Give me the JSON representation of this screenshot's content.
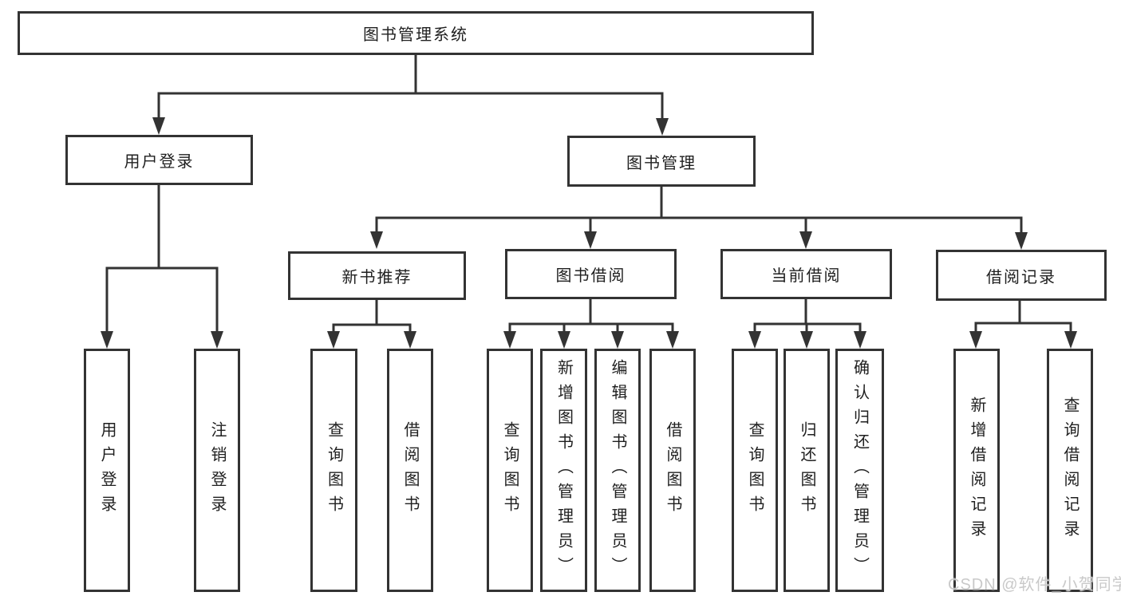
{
  "nodes": {
    "root": "图书管理系统",
    "user_login": "用户登录",
    "book_manage": "图书管理",
    "new_book_recommend": "新书推荐",
    "book_borrow": "图书借阅",
    "current_borrow": "当前借阅",
    "borrow_record": "借阅记录",
    "leaf_user_login": "用户登录",
    "leaf_logout": "注销登录",
    "leaf_recommend_query": "查询图书",
    "leaf_recommend_borrow": "借阅图书",
    "leaf_borrow_query": "查询图书",
    "leaf_borrow_add": "新增图书（管理员）",
    "leaf_borrow_edit": "编辑图书（管理员）",
    "leaf_borrow_borrow": "借阅图书",
    "leaf_current_query": "查询图书",
    "leaf_current_return": "归还图书",
    "leaf_current_confirm": "确认归还（管理员）",
    "leaf_record_add": "新增借阅记录",
    "leaf_record_query": "查询借阅记录"
  },
  "watermark": "CSDN @软件_小贺同学",
  "colors": {
    "line": "#333333",
    "box_border": "#333333",
    "box_bg": "#ffffff",
    "text": "#1f1f1f",
    "canvas_bg": "#ffffff",
    "watermark": "#c9c9c9"
  }
}
